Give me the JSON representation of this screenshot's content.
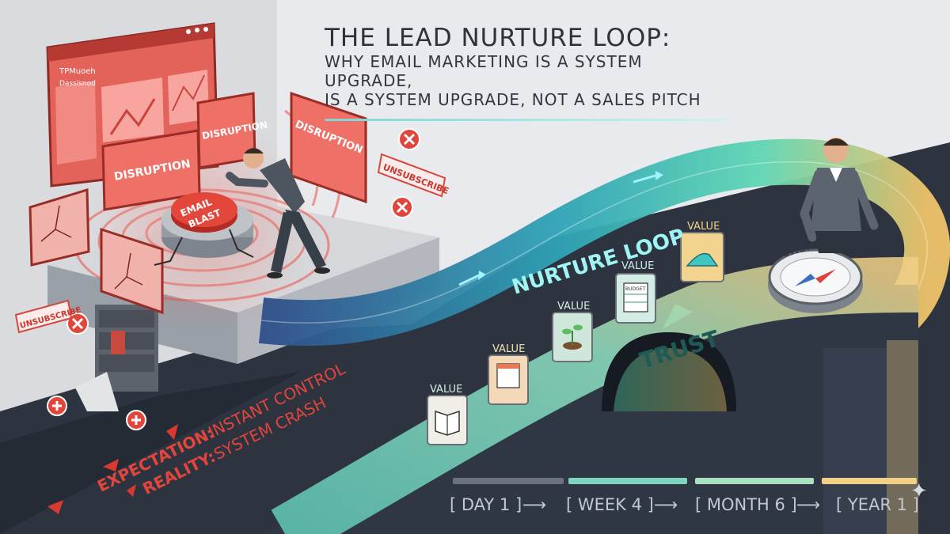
{
  "header": {
    "title": "THE LEAD NURTURE LOOP:",
    "subtitle_1": "WHY EMAIL MARKETING IS A SYSTEM UPGRADE,",
    "subtitle_2": "IS A SYSTEM UPGRADE, NOT A SALES PITCH"
  },
  "labels": {
    "loop": "NURTURE LOOP",
    "trust": "TRUST"
  },
  "illustration": {
    "email_blast": [
      "EMAIL",
      "BLAST"
    ],
    "disruption_panels": [
      "DISRUPTION",
      "DISRUPTION",
      "DISRUPTION"
    ],
    "unsubscribe_right": "UNSUBSCRIBE",
    "unsubscribe_left": "UNSUBSCRIBE",
    "window_title": "TPMuoeh",
    "window_subtitle": "Dassisnod",
    "value_cards": [
      "VALUE",
      "VALUE",
      "VALUE",
      "VALUE",
      "VALUE"
    ],
    "budget_label": "BUDGET",
    "direction_label": "DIRECTION"
  },
  "expectation": {
    "label": "EXPECTATION:",
    "value": "INSTANT CONTROL"
  },
  "reality": {
    "label": "REALITY:",
    "value": "SYSTEM CRASH"
  },
  "timeline": {
    "stages": [
      "[ DAY 1 ]",
      "[ WEEK 4 ]",
      "[ MONTH 6 ]",
      "[ YEAR 1 ]"
    ],
    "arrow": "⟶"
  },
  "colors": {
    "disruption_red": "#e2453b",
    "loop_teal": "#2fa4b6",
    "trust_green": "#5fd6b3",
    "year_gold": "#efc36a",
    "floor": "#2d3440"
  }
}
